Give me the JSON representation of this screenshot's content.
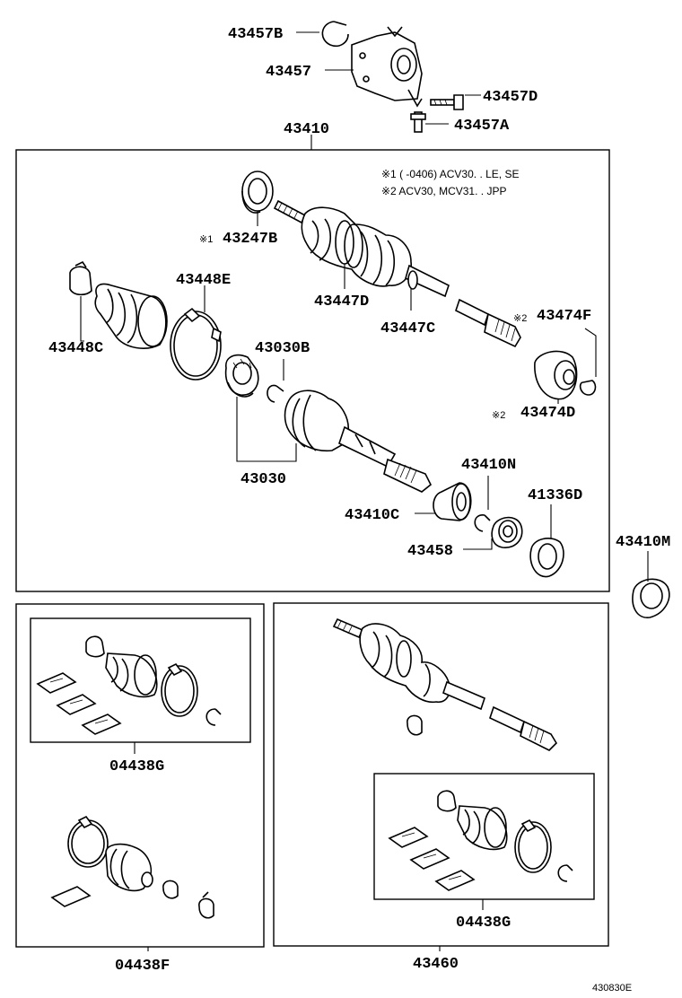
{
  "diagram_id": "430830E",
  "notes": [
    "※1 (     -0406) ACV30. . LE, SE",
    "※2  ACV30, MCV31. . JPP"
  ],
  "labels": {
    "l43457B": "43457B",
    "l43457": "43457",
    "l43457D": "43457D",
    "l43457A": "43457A",
    "l43410": "43410",
    "l43247B": "43247B",
    "m43247B": "※1",
    "l43448E": "43448E",
    "l43448C": "43448C",
    "l43447D": "43447D",
    "l43447C": "43447C",
    "l43474F": "43474F",
    "m43474F": "※2",
    "l43474D": "43474D",
    "m43474D": "※2",
    "l43030B": "43030B",
    "l43030": "43030",
    "l43410N": "43410N",
    "l43410C": "43410C",
    "l41336D": "41336D",
    "l43458": "43458",
    "l43410M": "43410M",
    "l04438G_left": "04438G",
    "l04438F": "04438F",
    "l04438G_right": "04438G",
    "l43460": "43460"
  }
}
